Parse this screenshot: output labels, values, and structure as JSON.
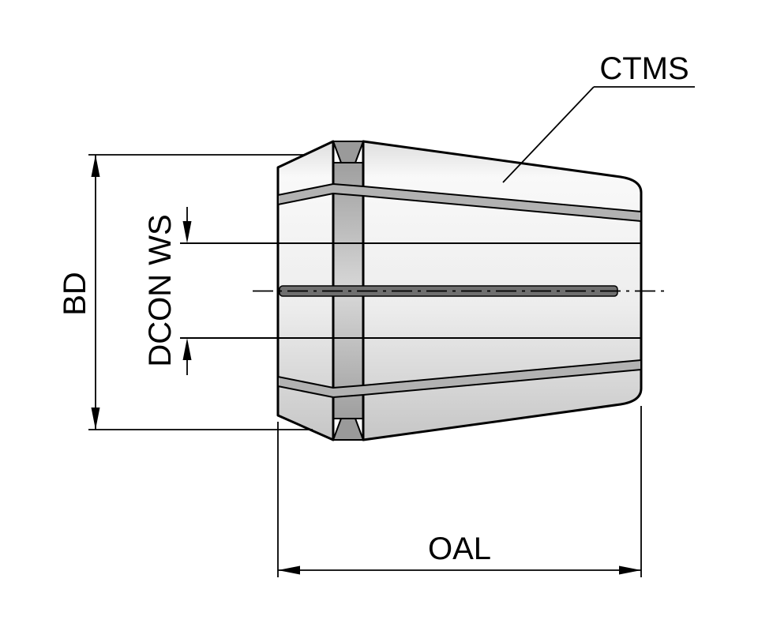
{
  "diagram": {
    "labels": {
      "body_diameter": "BD",
      "clamping_range": "DCON WS",
      "overall_length": "OAL",
      "callout": "CTMS"
    },
    "colors": {
      "background": "#ffffff",
      "outline": "#000000",
      "body_highlight": "#f9f9f9",
      "body_shadow": "#c6c6c6",
      "groove_chamfer": "#9a9a9a",
      "slit_band": "#b2b2b2",
      "slot": "#6f6f6f"
    }
  }
}
